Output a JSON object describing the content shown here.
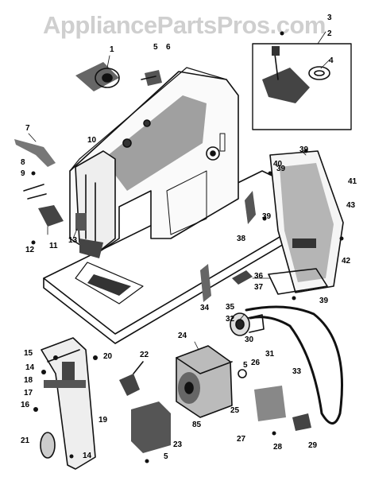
{
  "watermark": "AppliancePartsPros.com",
  "callouts": [
    "1",
    "2",
    "3",
    "4",
    "5",
    "6",
    "7",
    "8",
    "9",
    "10",
    "11",
    "12",
    "13",
    "14",
    "14",
    "15",
    "16",
    "17",
    "18",
    "19",
    "20",
    "21",
    "22",
    "23",
    "24",
    "25",
    "26",
    "27",
    "28",
    "29",
    "30",
    "31",
    "32",
    "33",
    "34",
    "35",
    "36",
    "37",
    "38",
    "39",
    "39",
    "39",
    "40",
    "41",
    "42",
    "43",
    "85",
    "5",
    "5",
    "39"
  ],
  "colors": {
    "ink": "#111111",
    "paper": "#ffffff",
    "watermark": "#cfcfcf"
  }
}
